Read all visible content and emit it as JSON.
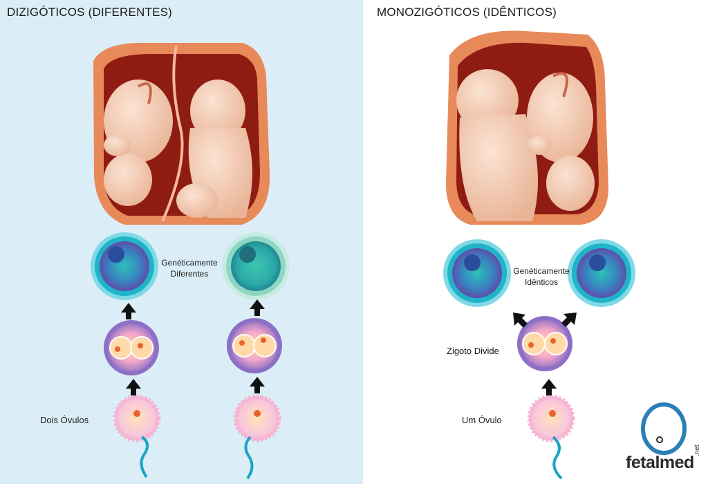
{
  "left_panel": {
    "title": "DIZIGÓTICOS (DIFERENTES)",
    "label_genetic_line1": "Genéticamente",
    "label_genetic_line2": "Diferentes",
    "label_eggs": "Dois Óvulos"
  },
  "right_panel": {
    "title": "MONOZIGÓTICOS (IDÊNTICOS)",
    "label_genetic_line1": "Genéticamente",
    "label_genetic_line2": "Idênticos",
    "label_zygote": "Zigoto Divide",
    "label_egg": "Um Óvulo"
  },
  "logo": {
    "text": "fetalmed",
    "suffix": ".net"
  },
  "colors": {
    "left_background": "#dbeef7",
    "uterus_outer": "#e8895a",
    "uterus_inner": "#8f1c12",
    "skin": "#f2c9ad",
    "cell_teal": "#1fb4c8",
    "cell_purple": "#6a3ea1",
    "egg_pink": "#f4a3c8",
    "nucleus_orange": "#e8642a",
    "sperm_blue": "#1aa4c8",
    "logo_blue": "#2a7fb7"
  }
}
